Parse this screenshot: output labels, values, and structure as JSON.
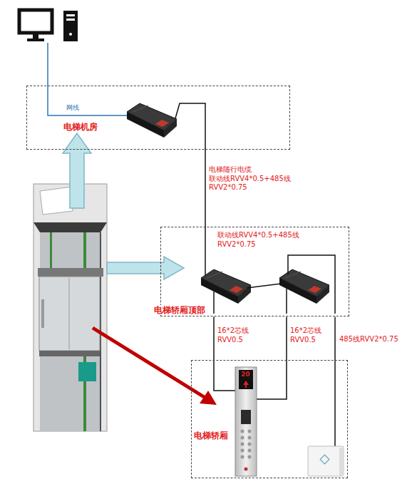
{
  "diagram": {
    "nodes": [
      {
        "text": [
          "电梯机房"
        ]
      },
      {
        "text": [
          "电梯轿厢顶部"
        ]
      },
      {
        "text": [
          "电梯轿厢"
        ]
      }
    ],
    "edges": [
      {
        "from": 0,
        "to": 1,
        "arrow": "none",
        "label": "电梯随行电缆 联动线RVV4*0.5+485线 RVV2*0.75"
      },
      {
        "from": 1,
        "to": 2,
        "arrow": "none",
        "label": "16*2芯线 RVV0.5"
      },
      {
        "from": 1,
        "to": 2,
        "arrow": "none",
        "label": "16*2芯线 RVV0.5"
      },
      {
        "from": 1,
        "to": 2,
        "arrow": "none",
        "label": "485线RVV2*0.75"
      }
    ],
    "labels": [
      "网线",
      "联动线RVV4*0.5+485线 RVV2*0.75",
      "20"
    ]
  }
}
